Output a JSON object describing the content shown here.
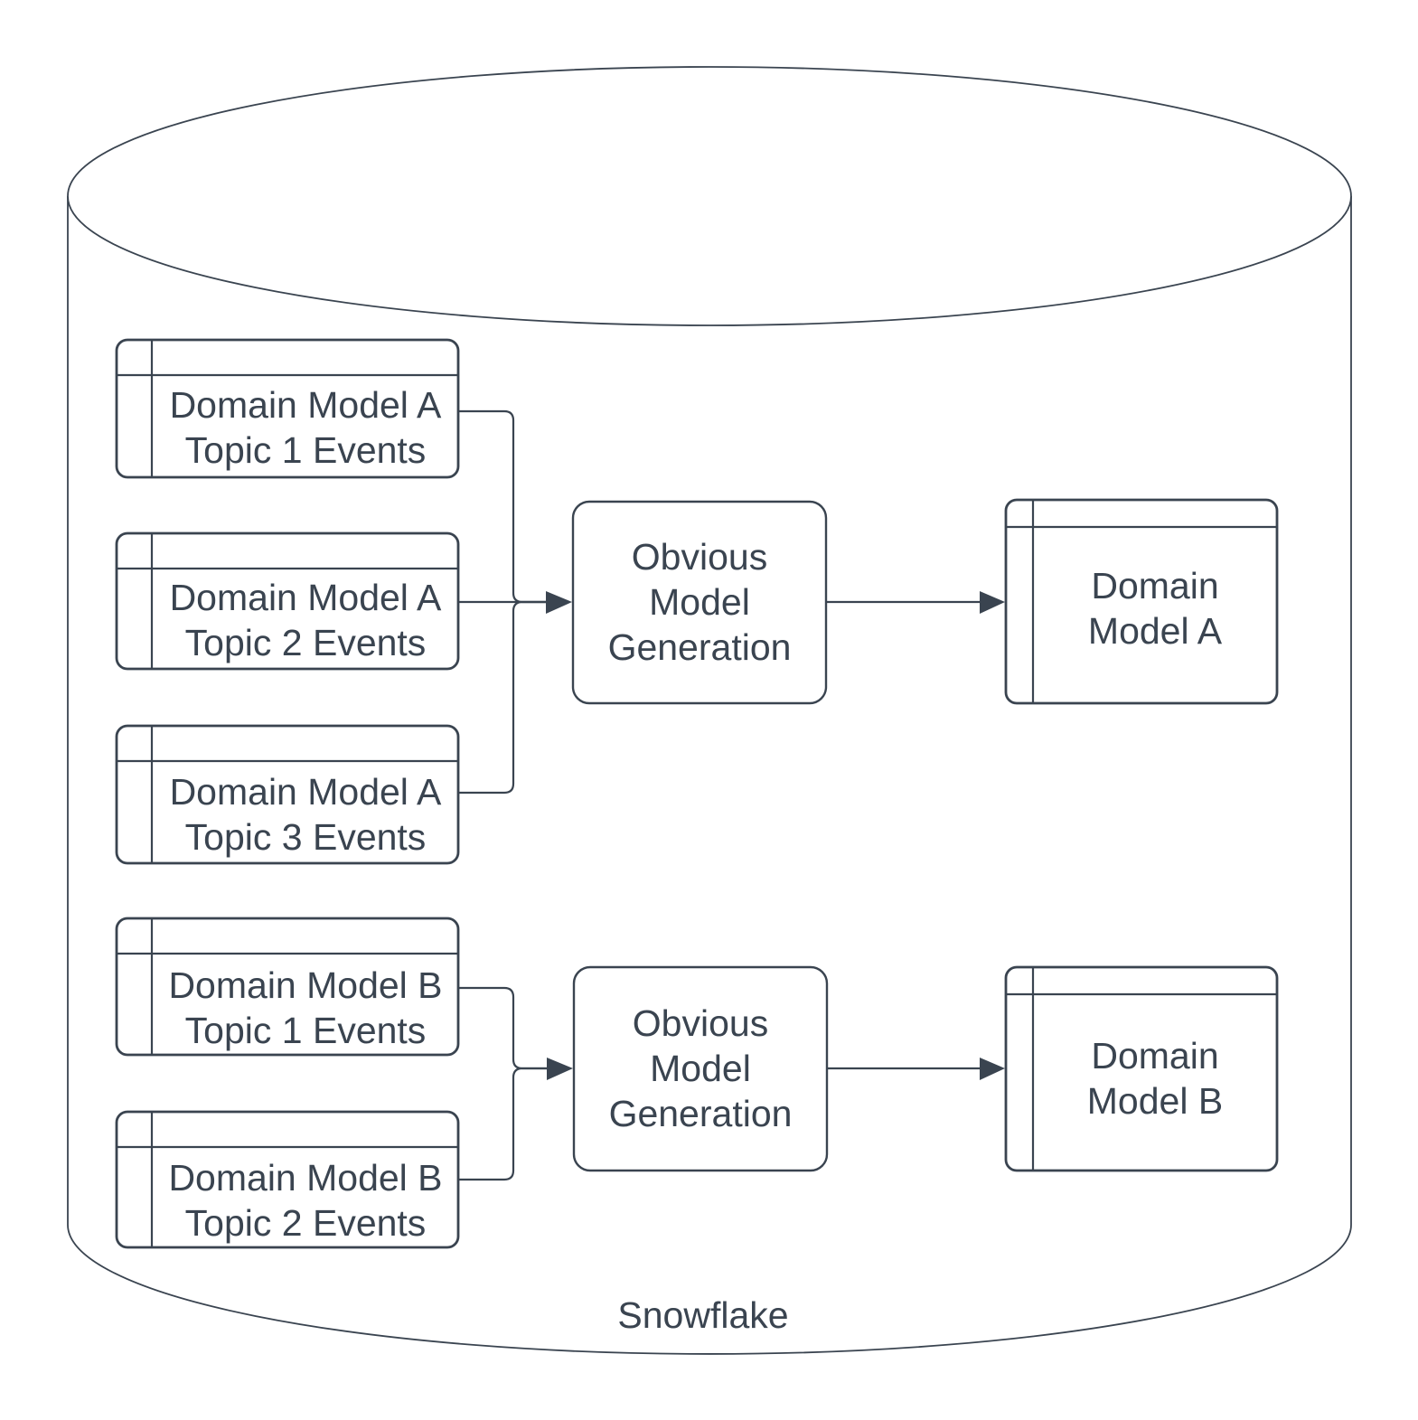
{
  "colors": {
    "stroke": "#3a4450",
    "text": "#3a4450",
    "background": "#ffffff"
  },
  "container": {
    "label": "Snowflake"
  },
  "section_a": {
    "sources": [
      {
        "line1": "Domain Model A",
        "line2": "Topic 1 Events"
      },
      {
        "line1": "Domain Model A",
        "line2": "Topic 2 Events"
      },
      {
        "line1": "Domain Model A",
        "line2": "Topic 3 Events"
      }
    ],
    "process": {
      "line1": "Obvious",
      "line2": "Model",
      "line3": "Generation"
    },
    "output": {
      "line1": "Domain",
      "line2": "Model A"
    }
  },
  "section_b": {
    "sources": [
      {
        "line1": "Domain Model B",
        "line2": "Topic 1 Events"
      },
      {
        "line1": "Domain Model B",
        "line2": "Topic 2 Events"
      }
    ],
    "process": {
      "line1": "Obvious",
      "line2": "Model",
      "line3": "Generation"
    },
    "output": {
      "line1": "Domain",
      "line2": "Model B"
    }
  }
}
